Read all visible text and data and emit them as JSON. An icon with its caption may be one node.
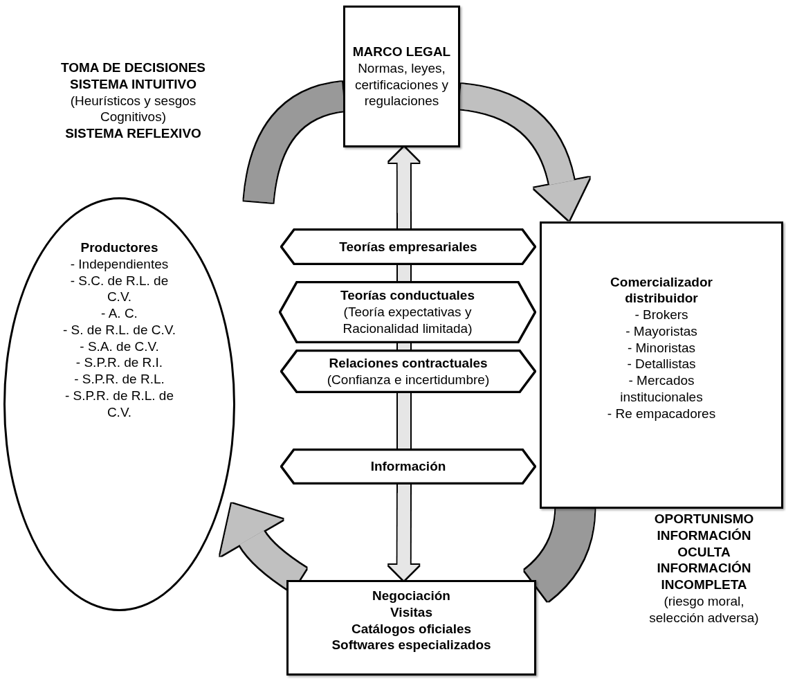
{
  "diagram": {
    "nodes": [
      {
        "text": [
          "MARCO LEGAL",
          "Normas, leyes, certificaciones y regulaciones"
        ]
      },
      {
        "text": [
          "Productores",
          "- Independientes",
          "- S.C. de R.L. de C.V.",
          "- A. C.",
          "- S. de R.L. de C.V.",
          "- S.A. de C.V.",
          "- S.P.R. de R.I.",
          "- S.P.R. de R.L.",
          "- S.P.R. de R.L. de C.V."
        ]
      },
      {
        "text": [
          "Teorías empresariales"
        ]
      },
      {
        "text": [
          "Teorías conductuales",
          "(Teoría expectativas y Racionalidad limitada)"
        ]
      },
      {
        "text": [
          "Relaciones contractuales",
          "(Confianza e incertidumbre)"
        ]
      },
      {
        "text": [
          "Información"
        ]
      },
      {
        "text": [
          "Comercializador distribuidor",
          "- Brokers",
          "- Mayoristas",
          "- Minoristas",
          "- Detallistas",
          "- Mercados institucionales",
          "- Re empacadores"
        ]
      },
      {
        "text": [
          "Negociación",
          "Visitas",
          "Catálogos oficiales",
          "Softwares especializados"
        ]
      }
    ],
    "edges": [
      {
        "from": 1,
        "to": 0,
        "arrow": "none",
        "style": "thick",
        "color": "#999999"
      },
      {
        "from": 0,
        "to": 6,
        "arrow": "to",
        "style": "thick"
      },
      {
        "from": 6,
        "to": 7,
        "arrow": "none",
        "style": "thick",
        "color": "#999999"
      },
      {
        "from": 7,
        "to": 1,
        "arrow": "to",
        "style": "thick"
      },
      {
        "from": 2,
        "to": 0,
        "arrow": "to",
        "color": "#e6e6e6"
      },
      {
        "from": 2,
        "to": 3,
        "arrow": "none",
        "color": "#e6e6e6"
      },
      {
        "from": 3,
        "to": 4,
        "arrow": "none",
        "color": "#e6e6e6"
      },
      {
        "from": 4,
        "to": 5,
        "arrow": "none",
        "color": "#e6e6e6"
      },
      {
        "from": 5,
        "to": 7,
        "arrow": "to",
        "color": "#e6e6e6"
      }
    ],
    "labels": [
      "TOMA DE DECISIONES",
      "SISTEMA INTUITIVO",
      "(Heurísticos y sesgos Cognitivos)",
      "SISTEMA REFLEXIVO",
      "OPORTUNISMO",
      "INFORMACIÓN OCULTA",
      "INFORMACIÓN INCOMPLETA",
      "(riesgo moral, selección adversa)"
    ]
  }
}
